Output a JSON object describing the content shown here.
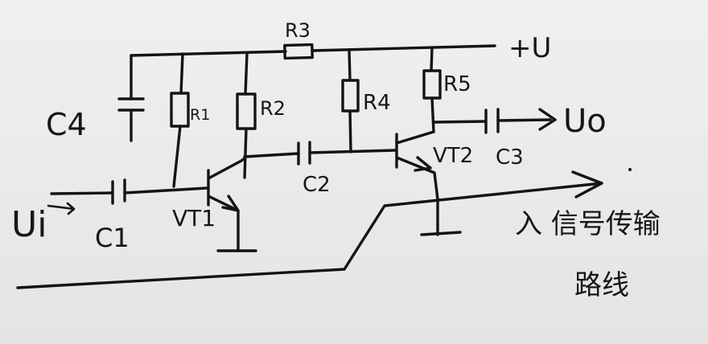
{
  "diagram": {
    "labels": {
      "supply": "+U",
      "r1": "R1",
      "r2": "R2",
      "r3": "R3",
      "r4": "R4",
      "r5": "R5",
      "c1": "C1",
      "c2": "C2",
      "c3": "C3",
      "c4": "C4",
      "input": "Ui",
      "output": "Uo",
      "vt1": "VT1",
      "vt2": "VT2",
      "note_line1": "入 信号传输",
      "note_line2": "路线"
    }
  }
}
